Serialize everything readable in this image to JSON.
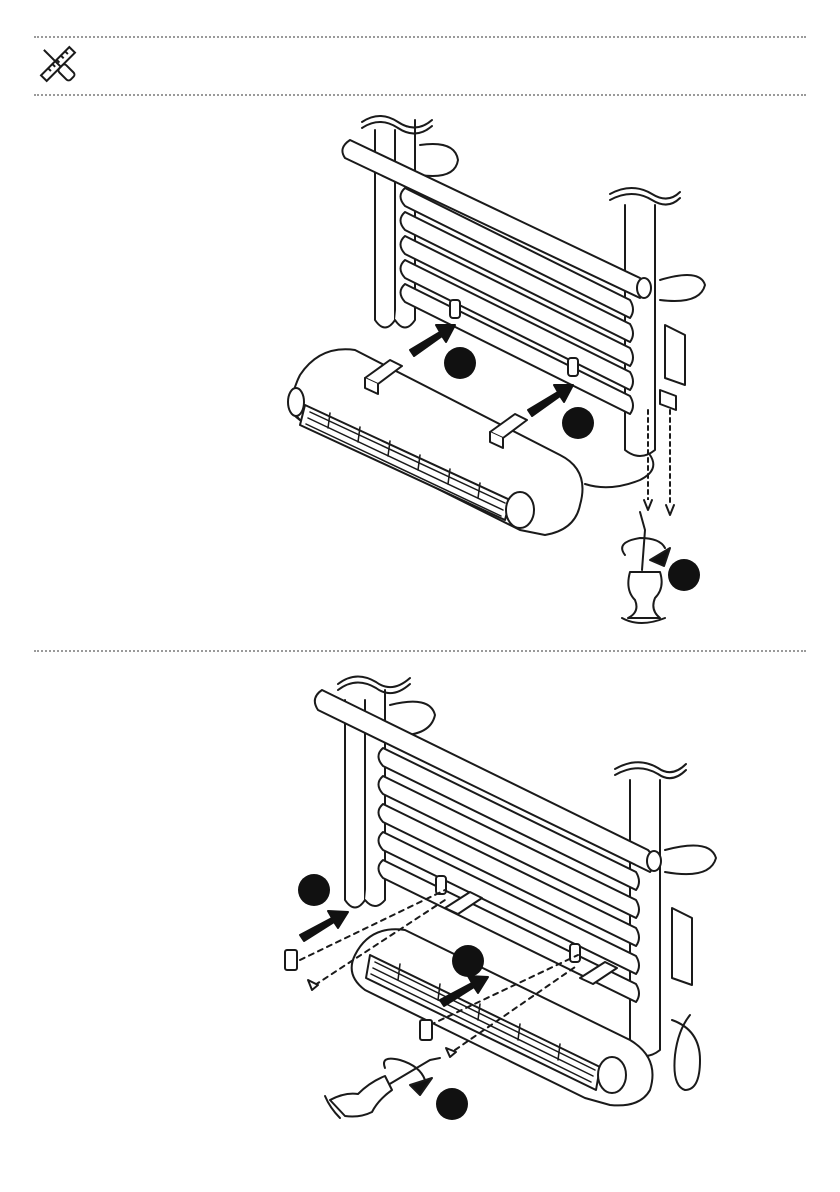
{
  "header": {
    "icon": "tools-icon"
  },
  "figures": [
    {
      "name": "mount-heater-to-towel-rail",
      "step_markers": [
        "step-1",
        "step-2",
        "step-3"
      ]
    },
    {
      "name": "secure-heater-with-screws",
      "step_markers": [
        "step-1",
        "step-2",
        "step-3"
      ]
    }
  ],
  "colors": {
    "line": "#1a1a1a",
    "marker": "#111111",
    "rule": "#9a9a9a",
    "fill": "#ffffff"
  }
}
